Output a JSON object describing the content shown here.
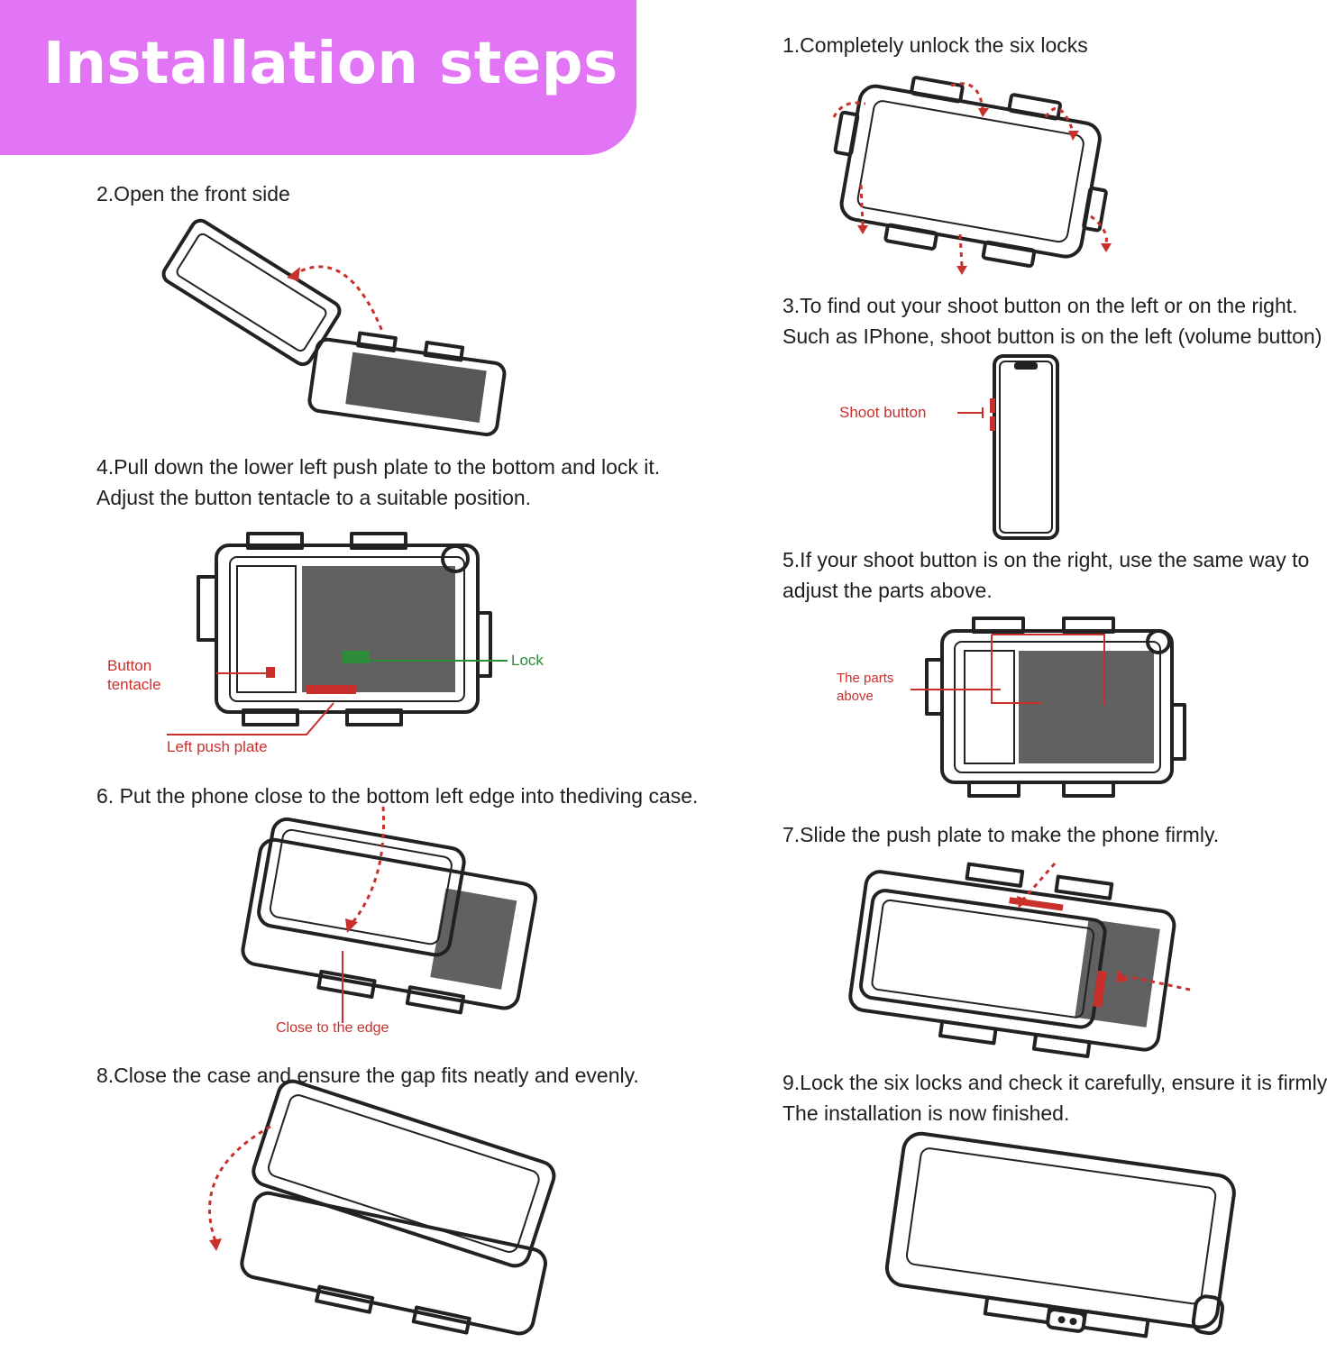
{
  "header": {
    "title": "Installation steps",
    "color": "#e275f6"
  },
  "steps": {
    "s1": {
      "line1": "1.Completely unlock the six locks"
    },
    "s2": {
      "line1": "2.Open the front side"
    },
    "s3": {
      "line1": "3.To find out your shoot button on the left or on the right.",
      "line2": "Such as IPhone, shoot button is on the left (volume button)"
    },
    "s4": {
      "line1": "4.Pull down the lower left push plate to the bottom and lock it.",
      "line2": " Adjust the button tentacle to a suitable position."
    },
    "s5": {
      "line1": "5.If your shoot button is on the right, use the same way to",
      "line2": "adjust the parts above."
    },
    "s6": {
      "line1": "6. Put the phone close to the bottom left edge into thediving case."
    },
    "s7": {
      "line1": "7.Slide the push plate to make the phone firmly."
    },
    "s8": {
      "line1": "8.Close the case and ensure the gap fits neatly and evenly."
    },
    "s9": {
      "line1": "9.Lock the six locks and check it carefully, ensure it is firmly.",
      "line2": "The installation is now finished."
    }
  },
  "callouts": {
    "shoot_button": "Shoot button",
    "button_tentacle_1": "Button",
    "button_tentacle_2": "tentacle",
    "lock": "Lock",
    "left_push_plate": "Left push plate",
    "parts_above_1": "The parts",
    "parts_above_2": "above",
    "close_to_edge": "Close to the edge"
  },
  "colors": {
    "callout_red": "#c9302c",
    "callout_green": "#2e8b3a",
    "line_art": "#222222"
  }
}
